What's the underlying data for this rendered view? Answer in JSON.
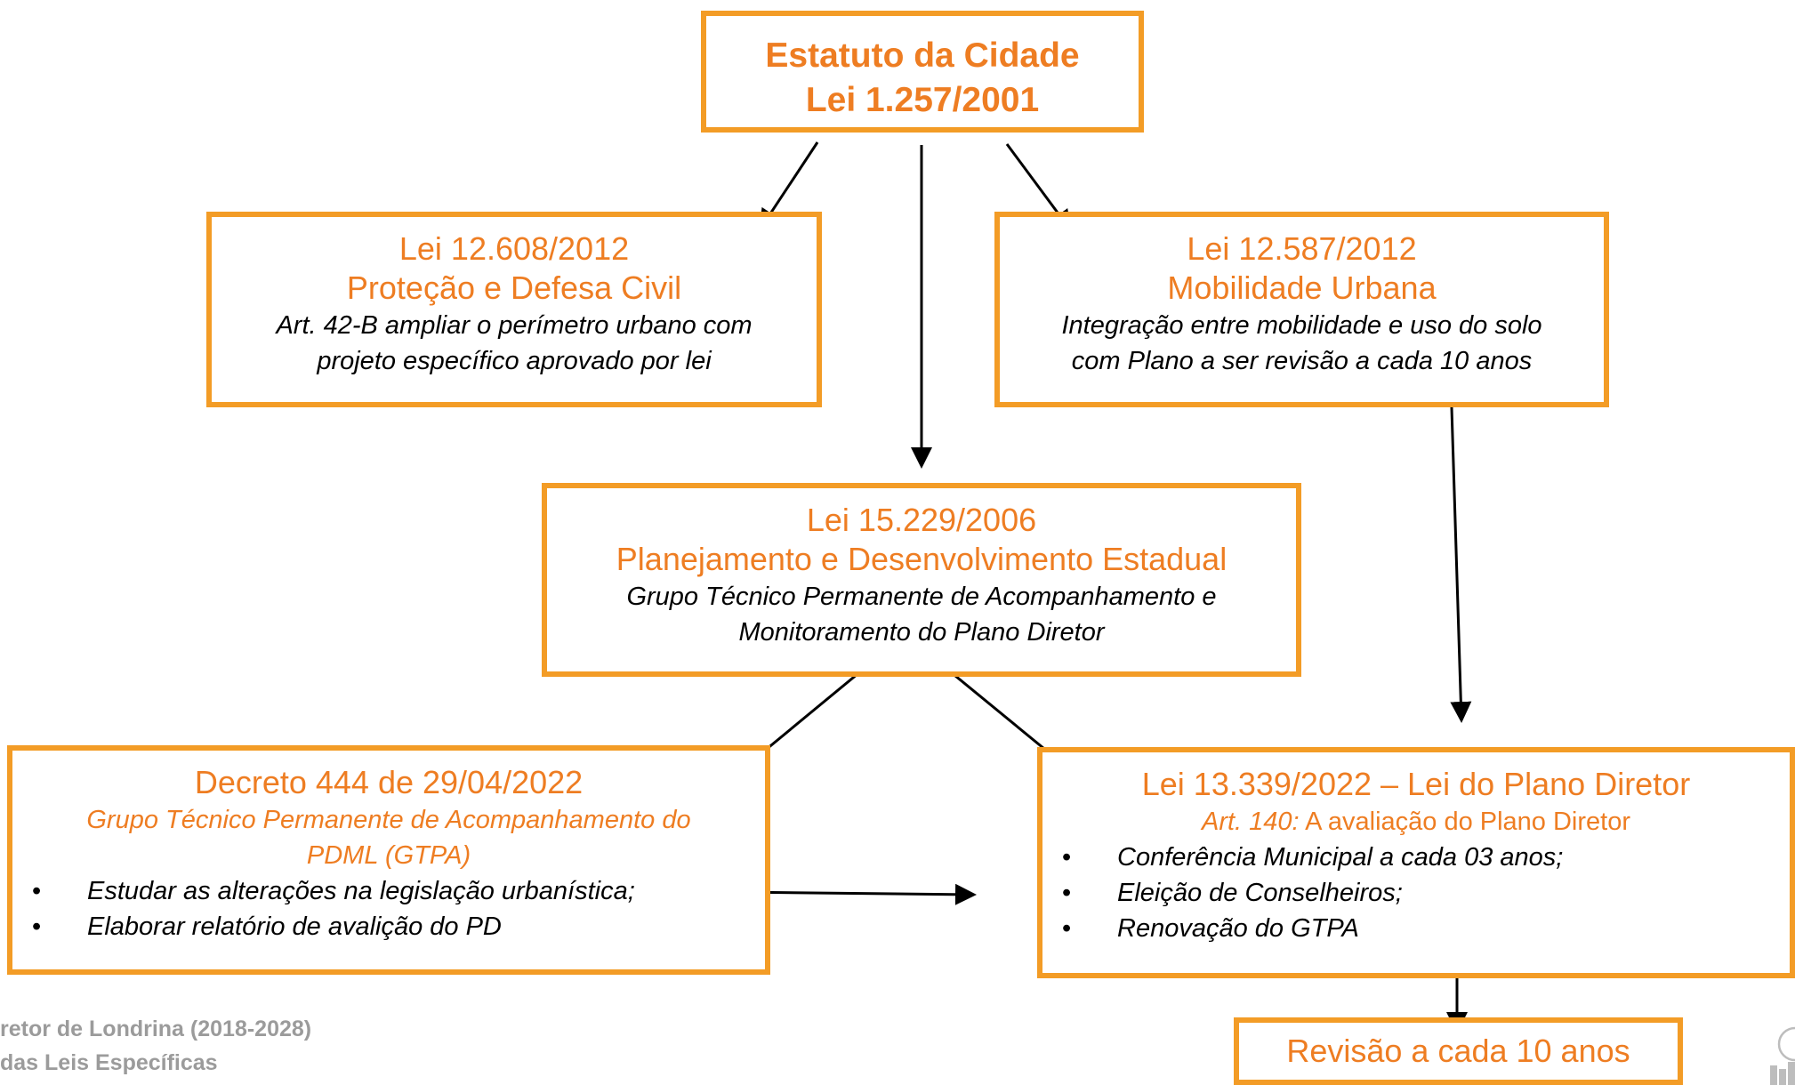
{
  "root": {
    "line1": "Estatuto da Cidade",
    "line2": "Lei 1.257/2001"
  },
  "defesa": {
    "law": "Lei 12.608/2012",
    "subject": "Proteção e Defesa Civil",
    "note_line1": "Art. 42-B ampliar o perímetro urbano com",
    "note_line2": "projeto específico aprovado por lei"
  },
  "mobilidade": {
    "law": "Lei 12.587/2012",
    "subject": "Mobilidade Urbana",
    "note_line1": "Integração entre mobilidade e  uso do solo",
    "note_line2": "com Plano a ser revisão a cada 10 anos"
  },
  "estadual": {
    "law": "Lei 15.229/2006",
    "subject": "Planejamento e Desenvolvimento Estadual",
    "note_line1": "Grupo Técnico Permanente de Acompanhamento e",
    "note_line2": "Monitoramento do Plano Diretor"
  },
  "decreto": {
    "law": "Decreto 444 de 29/04/2022",
    "subject_line1": "Grupo Técnico Permanente de Acompanhamento do",
    "subject_line2": "PDML (GTPA)",
    "bullets": [
      "Estudar as alterações na legislação urbanística;",
      "Elaborar relatório de avalição do PD"
    ]
  },
  "plano_diretor": {
    "law": "Lei 13.339/2022 – Lei do Plano Diretor",
    "article_ref": "Art. 140:",
    "article_text": " A avaliação do Plano Diretor",
    "bullets": [
      "Conferência Municipal a cada 03 anos;",
      "Eleição de Conselheiros;",
      "Renovação do GTPA"
    ]
  },
  "revisao": {
    "label": "Revisão a cada 10 anos"
  },
  "bullet_symbol": "•",
  "footer": {
    "line1": "retor de Londrina (2018-2028)",
    "line2": "das Leis Específicas"
  },
  "colors": {
    "box_border": "#F39C26",
    "orange_text": "#EE7D22",
    "arrow": "#000000",
    "footer_text": "#9b9b9b"
  }
}
